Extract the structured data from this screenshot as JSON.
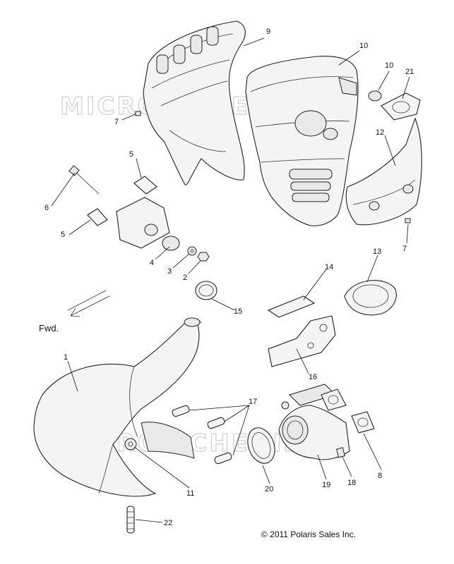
{
  "watermark": "MICROFICHE.NET",
  "direction_label": "Fwd.",
  "copyright": "© 2011 Polaris Sales Inc.",
  "callouts": [
    "1",
    "2",
    "3",
    "4",
    "5",
    "5",
    "6",
    "7",
    "7",
    "8",
    "9",
    "10",
    "10",
    "11",
    "12",
    "13",
    "14",
    "15",
    "16",
    "17",
    "18",
    "19",
    "20",
    "21",
    "22"
  ]
}
